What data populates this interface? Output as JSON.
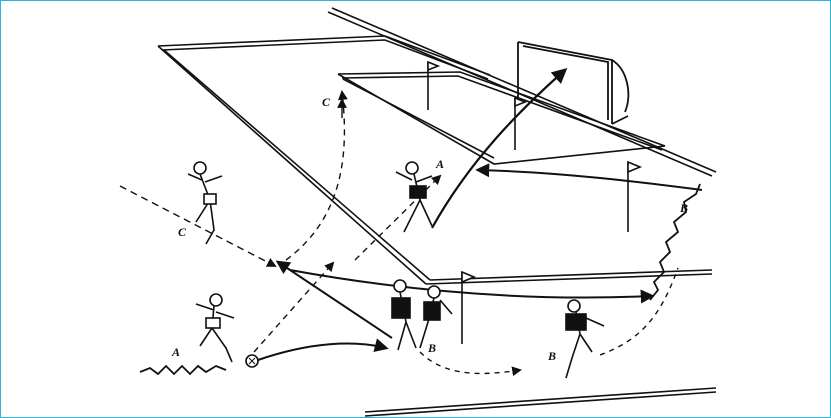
{
  "figure": {
    "frame_color": "#29b6d6",
    "ink_color": "#111111",
    "labels": {
      "c_top": "C",
      "c_left": "C",
      "a_player": "A",
      "a_bottom": "A",
      "b_right": "B",
      "b_group": "B",
      "b_runner": "B"
    },
    "icons": [
      "corner-flag-icon",
      "goal-icon",
      "ball-icon",
      "player-figure-icon"
    ]
  }
}
